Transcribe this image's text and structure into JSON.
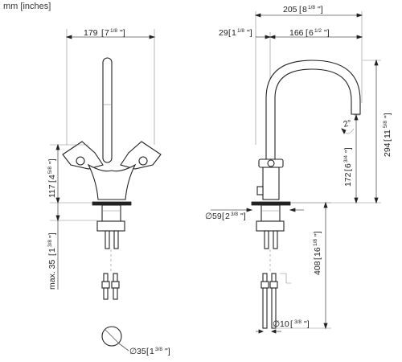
{
  "units_label": "mm [inches]",
  "dimensions": {
    "front_width": {
      "mm": "179",
      "inch": "7",
      "frac": "1/8"
    },
    "front_height": {
      "mm": "117",
      "inch": "4",
      "frac": "5/8"
    },
    "front_max_thickness": {
      "mm": "max. 35",
      "inch": "1",
      "frac": "3/8"
    },
    "escutcheon_dia": {
      "mm": "35",
      "inch": "1",
      "frac": "3/8"
    },
    "side_reach": {
      "mm": "205",
      "inch": "8",
      "frac": "1/8"
    },
    "side_offset": {
      "mm": "29",
      "inch": "1",
      "frac": "1/8"
    },
    "side_spout_reach": {
      "mm": "166",
      "inch": "6",
      "frac": "1/2"
    },
    "side_total_height": {
      "mm": "294",
      "inch": "11",
      "frac": "5/8"
    },
    "side_spout_height": {
      "mm": "172",
      "inch": "6",
      "frac": "3/4"
    },
    "side_base_dia": {
      "mm": "59",
      "inch": "2",
      "frac": "3/8"
    },
    "side_tail_length": {
      "mm": "408",
      "inch": "16",
      "frac": "1/8"
    },
    "hose_dia": {
      "mm": "10",
      "inch": "",
      "frac": "3/8"
    },
    "swivel_angle": {
      "mm": "2°"
    }
  }
}
